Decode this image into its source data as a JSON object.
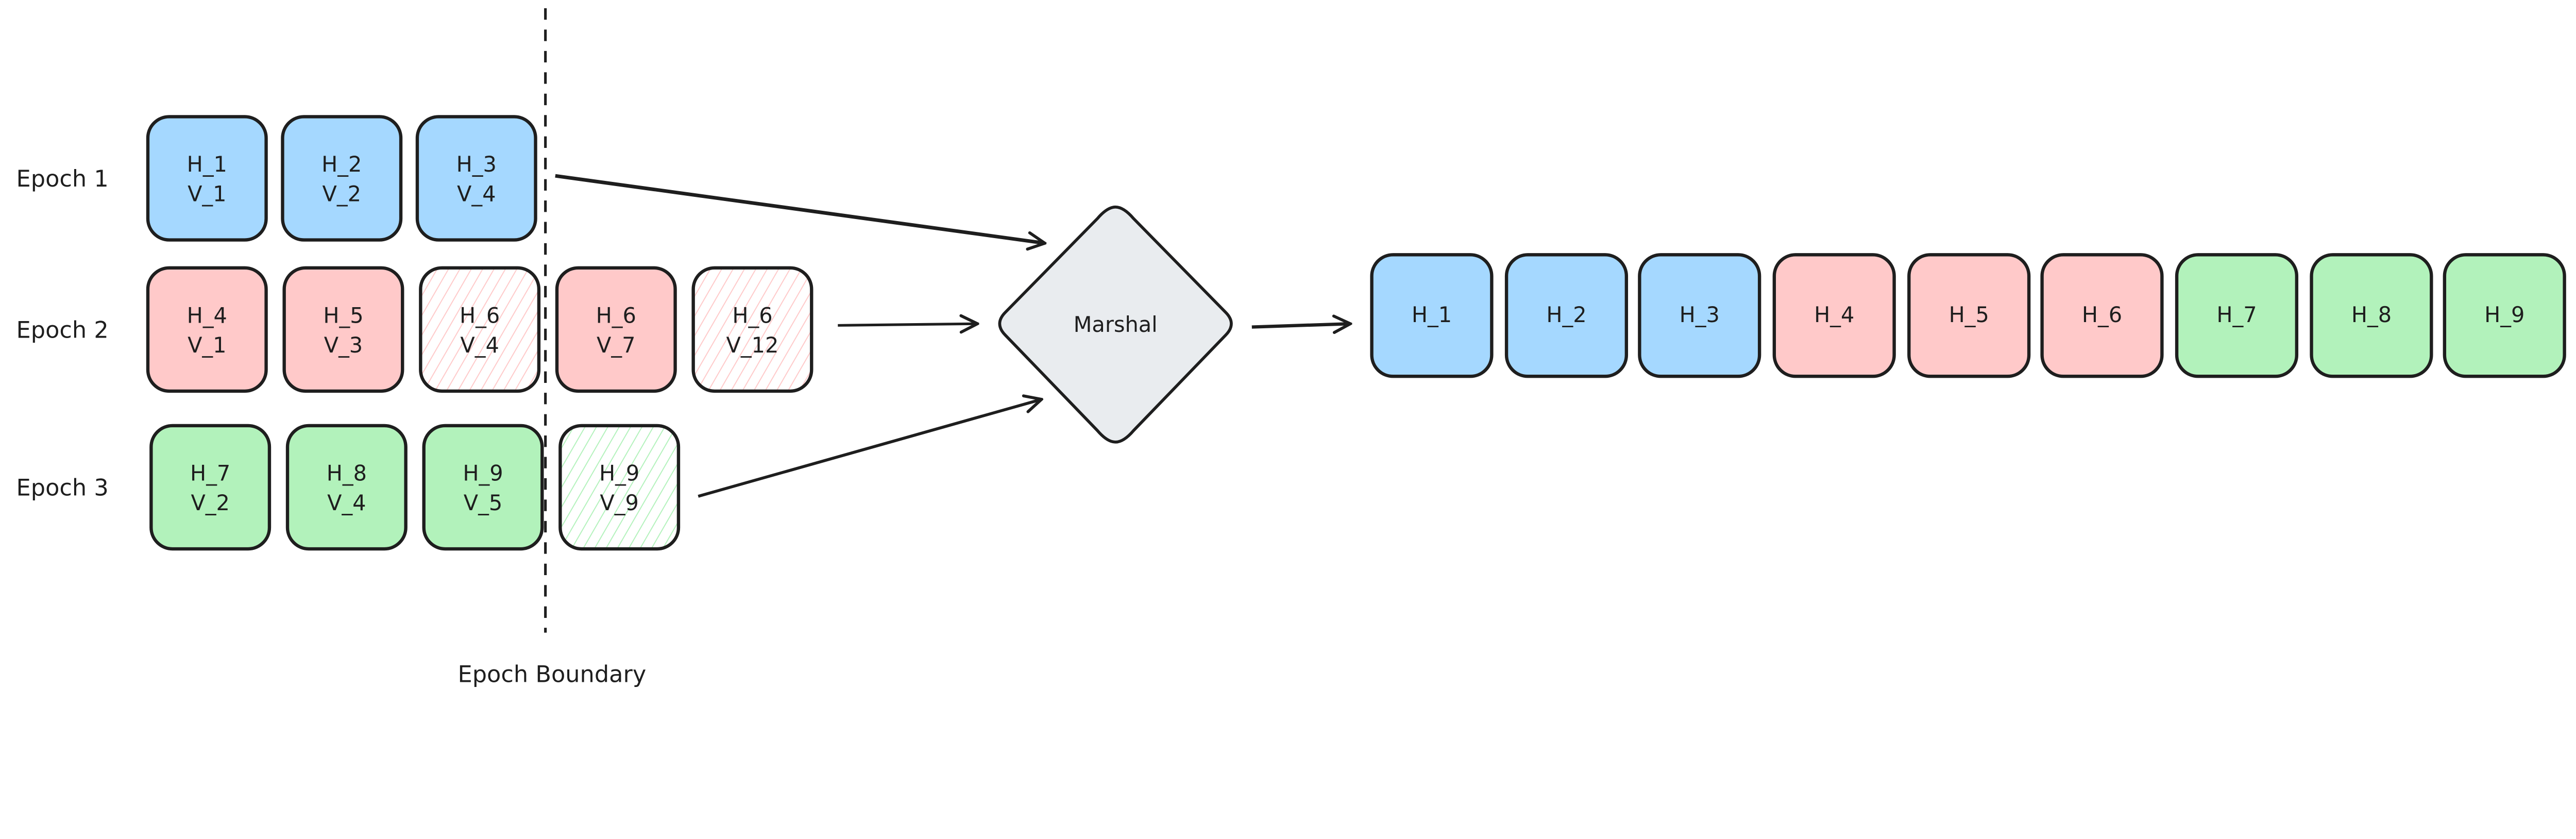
{
  "colors": {
    "blue": "#a5d8ff",
    "red": "#ffc9c9",
    "green": "#b2f2bb",
    "gray": "#e9ecef",
    "stroke": "#1e1e1e"
  },
  "epochs": [
    {
      "label": "Epoch 1",
      "color": "blue",
      "items": [
        {
          "h": "H_1",
          "v": "V_1",
          "hatched": false
        },
        {
          "h": "H_2",
          "v": "V_2",
          "hatched": false
        },
        {
          "h": "H_3",
          "v": "V_4",
          "hatched": false
        }
      ]
    },
    {
      "label": "Epoch 2",
      "color": "red",
      "items": [
        {
          "h": "H_4",
          "v": "V_1",
          "hatched": false
        },
        {
          "h": "H_5",
          "v": "V_3",
          "hatched": false
        },
        {
          "h": "H_6",
          "v": "V_4",
          "hatched": true
        },
        {
          "h": "H_6",
          "v": "V_7",
          "hatched": false
        },
        {
          "h": "H_6",
          "v": "V_12",
          "hatched": true
        }
      ]
    },
    {
      "label": "Epoch 3",
      "color": "green",
      "items": [
        {
          "h": "H_7",
          "v": "V_2",
          "hatched": false
        },
        {
          "h": "H_8",
          "v": "V_4",
          "hatched": false
        },
        {
          "h": "H_9",
          "v": "V_5",
          "hatched": false
        },
        {
          "h": "H_9",
          "v": "V_9",
          "hatched": true
        }
      ]
    }
  ],
  "boundary_label": "Epoch Boundary",
  "marshal_label": "Marshal",
  "output": [
    {
      "h": "H_1",
      "color": "blue"
    },
    {
      "h": "H_2",
      "color": "blue"
    },
    {
      "h": "H_3",
      "color": "blue"
    },
    {
      "h": "H_4",
      "color": "red"
    },
    {
      "h": "H_5",
      "color": "red"
    },
    {
      "h": "H_6",
      "color": "red"
    },
    {
      "h": "H_7",
      "color": "green"
    },
    {
      "h": "H_8",
      "color": "green"
    },
    {
      "h": "H_9",
      "color": "green"
    }
  ]
}
